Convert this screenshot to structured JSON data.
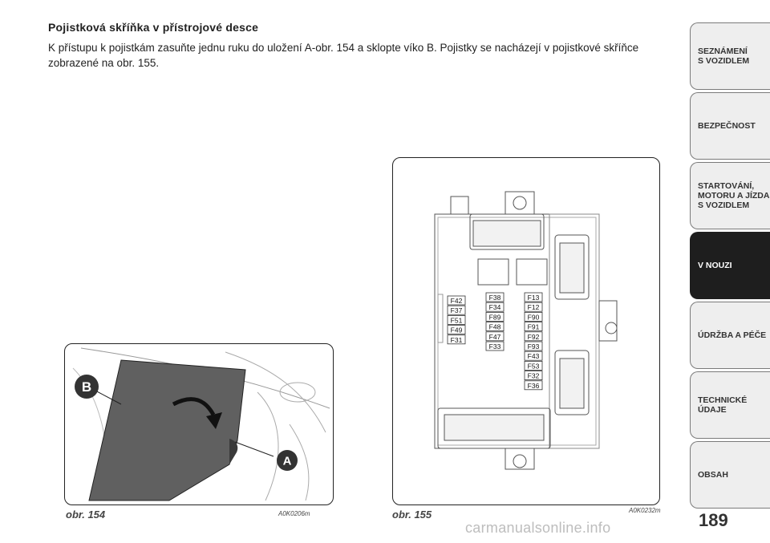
{
  "heading": "Pojistková skříňka v přístrojové desce",
  "paragraph": "K přístupu k pojistkám zasuňte jednu ruku do uložení A-obr. 154 a sklopte víko B. Pojistky se nacházejí v pojistkové skříňce zobrazené na obr. 155.",
  "tabs": [
    {
      "label": "SEZNÁMENÍ\nS VOZIDLEM",
      "active": false
    },
    {
      "label": "BEZPEČNOST",
      "active": false
    },
    {
      "label": "STARTOVÁNÍ,\nMOTORU A JÍZDA\nS VOZIDLEM",
      "active": false
    },
    {
      "label": "V NOUZI",
      "active": true
    },
    {
      "label": "ÚDRŽBA A PÉČE",
      "active": false
    },
    {
      "label": "TECHNICKÉ\nÚDAJE",
      "active": false
    },
    {
      "label": "OBSAH",
      "active": false
    }
  ],
  "figure154": {
    "caption": "obr. 154",
    "code": "A0K0206m",
    "label_b": "B",
    "label_a": "A"
  },
  "figure155": {
    "caption": "obr. 155",
    "code": "A0K0232m",
    "fuse_col1": [
      "F42",
      "F37",
      "F51",
      "F49",
      "F31"
    ],
    "fuse_col2": [
      "F38",
      "F34",
      "F89",
      "F48",
      "F47",
      "F33"
    ],
    "fuse_col3": [
      "F13",
      "F12",
      "F90",
      "F91",
      "F92",
      "F93",
      "F43",
      "F53",
      "F32",
      "F36"
    ]
  },
  "page_number": "189",
  "watermark": "carmanualsonline.info"
}
